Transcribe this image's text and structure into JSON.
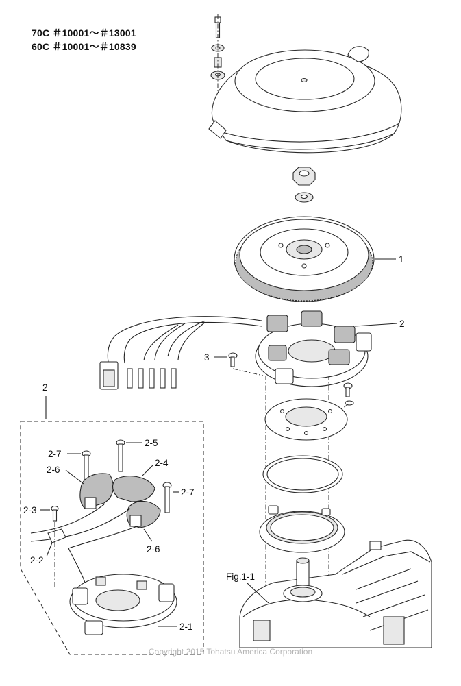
{
  "header": {
    "line_1": "70C ＃10001～＃13001",
    "line_2": "60C ＃10001～＃10839"
  },
  "labels": {
    "part_1": "1",
    "part_2": "2",
    "part_3": "3",
    "part_2_group": "2",
    "part_2_1": "2-1",
    "part_2_2": "2-2",
    "part_2_3": "2-3",
    "part_2_4": "2-4",
    "part_2_5": "2-5",
    "part_2_6_top": "2-6",
    "part_2_6_bottom": "2-6",
    "part_2_7_left": "2-7",
    "part_2_7_right": "2-7",
    "figure_ref": "Fig.1-1"
  },
  "footer": {
    "copyright": "Copyright 2015 Tohatsu America Corporation"
  }
}
